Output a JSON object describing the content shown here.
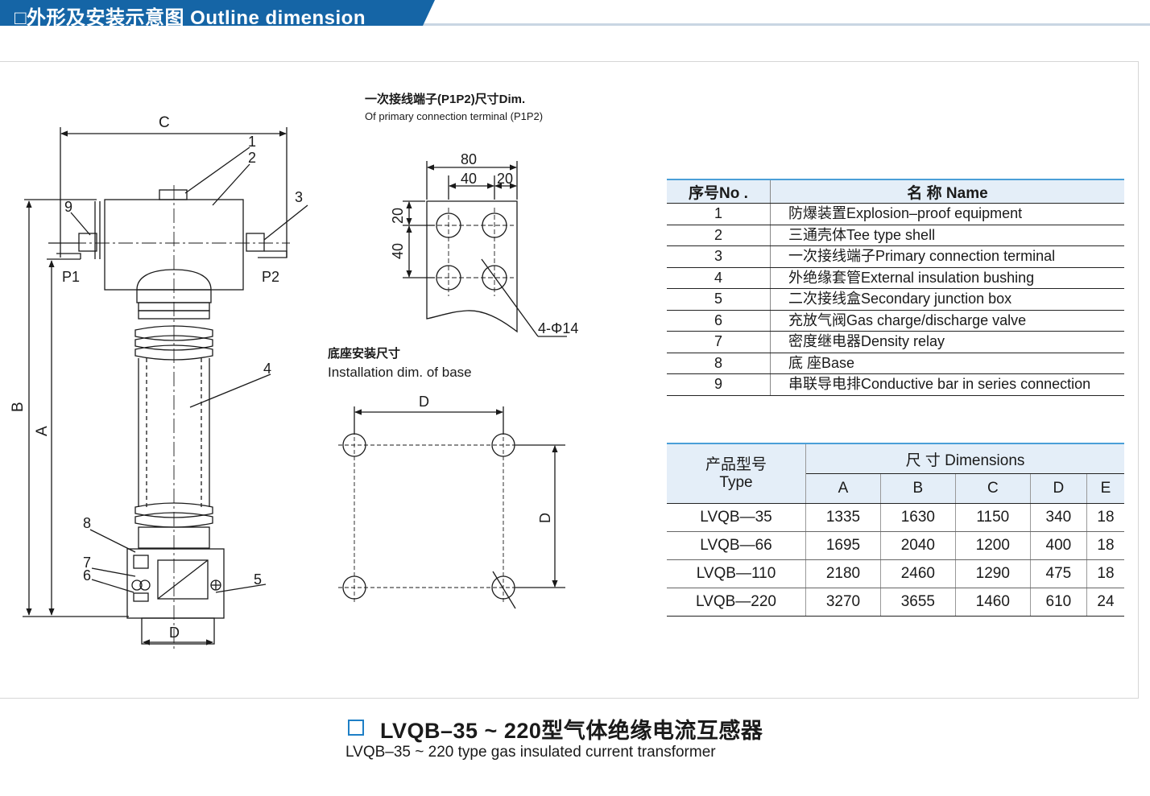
{
  "header": {
    "title": "□外形及安装示意图 Outline dimension",
    "bar_color": "#1565a6",
    "accent_line_color": "#c9d6e3"
  },
  "drawing": {
    "dim_c": "C",
    "dim_b": "B",
    "dim_a": "A",
    "dim_d": "D",
    "callouts": [
      "1",
      "2",
      "3",
      "4",
      "5",
      "6",
      "7",
      "8",
      "9"
    ],
    "p1": "P1",
    "p2": "P2"
  },
  "terminal": {
    "title_cn": "一次接线端子(P1P2)尺寸Dim.",
    "title_en": "Of primary connection terminal (P1P2)",
    "dim_80": "80",
    "dim_40_top": "40",
    "dim_20_top": "20",
    "dim_20_side": "20",
    "dim_40_side": "40",
    "holes": "4-Φ14"
  },
  "base": {
    "title_cn": "底座安装尺寸",
    "title_en": "Installation dim. of base",
    "dim_d_top": "D",
    "dim_d_side": "D"
  },
  "parts_table": {
    "header_no": "序号No .",
    "header_name": "名  称 Name",
    "rows": [
      {
        "no": "1",
        "name": "防爆装置Explosion–proof equipment"
      },
      {
        "no": "2",
        "name": "三通壳体Tee type shell"
      },
      {
        "no": "3",
        "name": "一次接线端子Primary connection terminal"
      },
      {
        "no": "4",
        "name": "外绝缘套管External insulation bushing"
      },
      {
        "no": "5",
        "name": "二次接线盒Secondary junction box"
      },
      {
        "no": "6",
        "name": "充放气阀Gas charge/discharge valve"
      },
      {
        "no": "7",
        "name": "密度继电器Density relay"
      },
      {
        "no": "8",
        "name": "底    座Base"
      },
      {
        "no": "9",
        "name": "串联导电排Conductive bar in series connection"
      }
    ]
  },
  "dim_table": {
    "header_type_cn": "产品型号",
    "header_type_en": "Type",
    "header_dims": "尺  寸 Dimensions",
    "columns": [
      "A",
      "B",
      "C",
      "D",
      "E"
    ],
    "rows": [
      {
        "type": "LVQB—35",
        "A": "1335",
        "B": "1630",
        "C": "1150",
        "D": "340",
        "E": "18"
      },
      {
        "type": "LVQB—66",
        "A": "1695",
        "B": "2040",
        "C": "1200",
        "D": "400",
        "E": "18"
      },
      {
        "type": "LVQB—110",
        "A": "2180",
        "B": "2460",
        "C": "1290",
        "D": "475",
        "E": "18"
      },
      {
        "type": "LVQB—220",
        "A": "3270",
        "B": "3655",
        "C": "1460",
        "D": "610",
        "E": "24"
      }
    ]
  },
  "caption": {
    "title_cn": "LVQB–35 ~ 220型气体绝缘电流互感器",
    "title_en": "LVQB–35 ~ 220 type gas insulated current transformer",
    "box_color": "#1e7fc6"
  }
}
